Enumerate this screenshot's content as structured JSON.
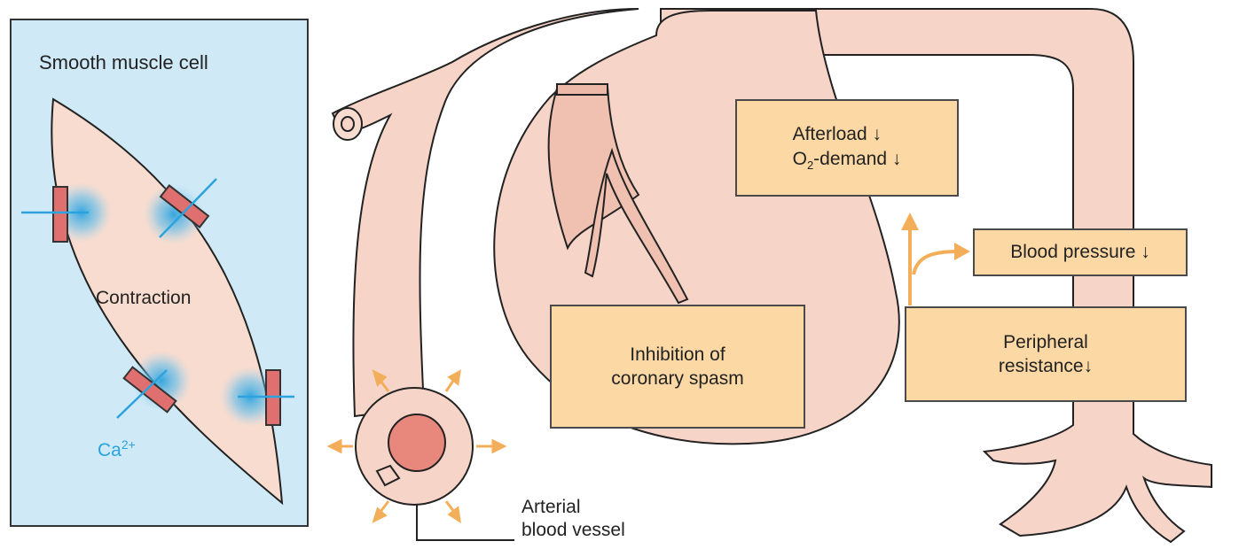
{
  "smooth_muscle": {
    "title": "Smooth muscle cell",
    "contraction": "Contraction",
    "ion_base": "Ca",
    "ion_charge": "2+"
  },
  "boxes": {
    "afterload": "Afterload",
    "o2_prefix": "O",
    "o2_sub": "2",
    "o2_suffix": "-demand",
    "blood_pressure": "Blood pressure",
    "peripheral_line1": "Peripheral",
    "peripheral_line2": "resistance",
    "coronary_line1": "Inhibition of",
    "coronary_line2": "coronary spasm",
    "down_arrow": "↓"
  },
  "vessel": {
    "line1": "Arterial",
    "line2": "blood vessel"
  },
  "colors": {
    "panel_bg": "#cfe9f6",
    "tissue": "#f6d4c8",
    "tissue_dark": "#f0c0b0",
    "box_fill": "#fcd8a4",
    "arrow": "#f3ae5a",
    "channel": "#e07070",
    "calcium": "#2aa3df"
  }
}
